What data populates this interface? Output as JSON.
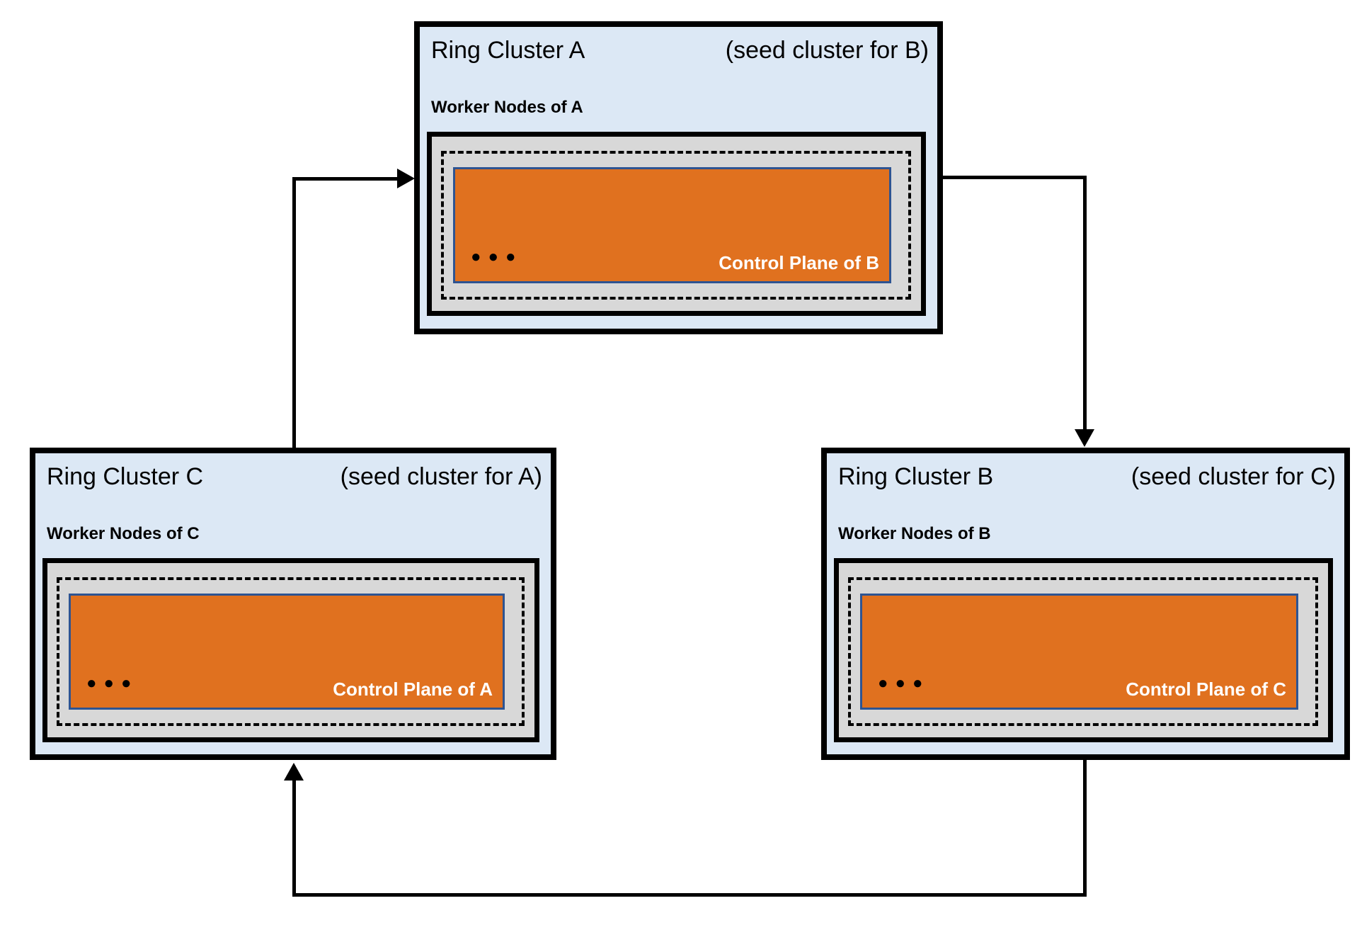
{
  "diagram": {
    "clusters": [
      {
        "id": "A",
        "title": "Ring Cluster A",
        "subtitle": "(seed cluster for B)",
        "worker_label": "Worker Nodes of A",
        "control_plane_label": "Control Plane of B",
        "dots": "●●●"
      },
      {
        "id": "C",
        "title": "Ring Cluster C",
        "subtitle": "(seed cluster for A)",
        "worker_label": "Worker Nodes of C",
        "control_plane_label": "Control Plane of A",
        "dots": "●●●"
      },
      {
        "id": "B",
        "title": "Ring Cluster B",
        "subtitle": "(seed cluster for C)",
        "worker_label": "Worker Nodes of B",
        "control_plane_label": "Control Plane of C",
        "dots": "●●●"
      }
    ],
    "edges": [
      {
        "from": "C",
        "to": "A"
      },
      {
        "from": "A",
        "to": "B"
      },
      {
        "from": "B",
        "to": "C"
      }
    ],
    "colors": {
      "cluster_bg": "#DCE8F5",
      "worker_bg": "#D8D8D8",
      "control_plane_bg": "#E0711F",
      "control_plane_border": "#2E5492",
      "line": "#000000",
      "control_plane_text": "#FFFFFF"
    }
  }
}
